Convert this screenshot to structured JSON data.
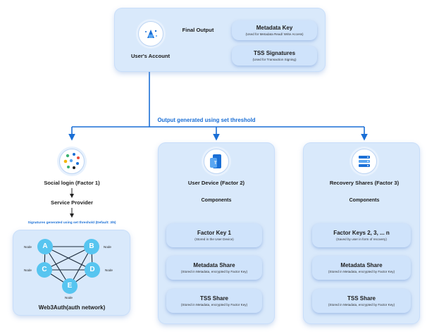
{
  "account": {
    "label": "User's Account"
  },
  "final_output": {
    "label": "Final Output"
  },
  "metadata_key": {
    "title": "Metadata Key",
    "subtitle": "(Used for Metadata Read/ Write Access)"
  },
  "tss_signatures": {
    "title": "TSS Signatures",
    "subtitle": "(Used for Transaction Signing)"
  },
  "threshold_label": "Output generated using set threshold",
  "factor1": {
    "title": "Social login (Factor 1)",
    "provider": "Service Provider",
    "signatures_note": "Signatures generated using set threshold (Default: 3/5)",
    "network_label": "Web3Auth(auth network)",
    "node_word": "Node",
    "nodes": [
      "A",
      "B",
      "C",
      "D",
      "E"
    ]
  },
  "factor2": {
    "title": "User Device (Factor 2)",
    "components": "Components",
    "items": [
      {
        "title": "Factor Key 1",
        "subtitle": "(Stored in the User Device)"
      },
      {
        "title": "Metadata Share",
        "subtitle": "(Stored in Metadata, encrypted by Factor Key)"
      },
      {
        "title": "TSS Share",
        "subtitle": "(Stored in Metadata, encrypted by Factor Key)"
      }
    ]
  },
  "factor3": {
    "title": "Recovery Shares (Factor 3)",
    "components": "Components",
    "items": [
      {
        "title": "Factor Keys 2, 3, ... n",
        "subtitle": "(Saved by user in form of recovery)"
      },
      {
        "title": "Metadata Share",
        "subtitle": "(Stored in Metadata, encrypted by Factor Key)"
      },
      {
        "title": "TSS Share",
        "subtitle": "(Stored in Metadata, encrypted by Factor Key)"
      }
    ]
  },
  "colors": {
    "panel": "#d9e9fb",
    "arrow": "#1a6fd6",
    "node": "#57c5f0"
  },
  "icons": [
    "account-icon",
    "social-login-icon",
    "user-device-icon",
    "recovery-shares-icon"
  ]
}
